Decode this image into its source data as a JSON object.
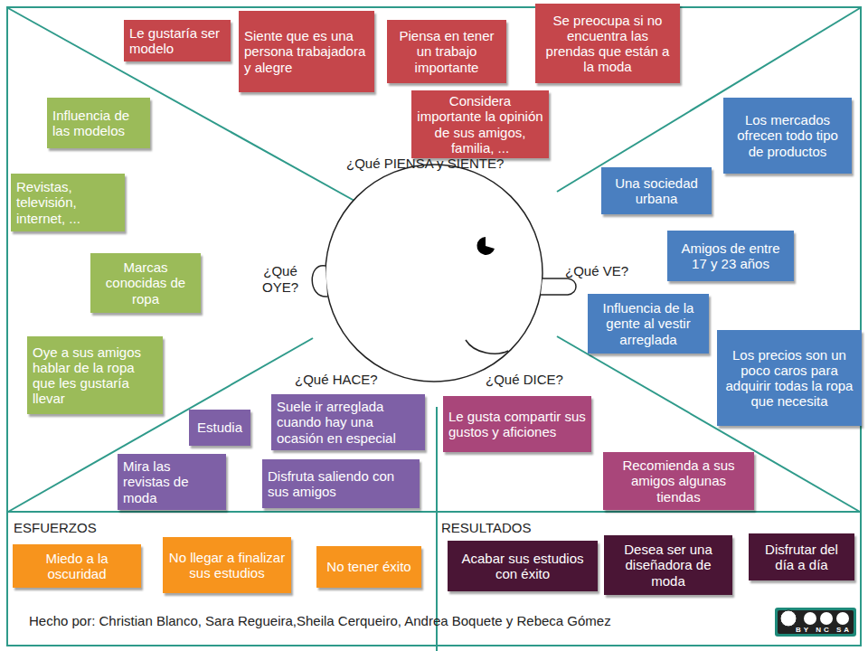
{
  "diagram": {
    "nodes": [
      {
        "text": [
          "Le gustaría ser modelo"
        ]
      },
      {
        "text": [
          "Siente que es una persona trabajadora y alegre"
        ]
      },
      {
        "text": [
          "Piensa en tener un trabajo importante"
        ]
      },
      {
        "text": [
          "Se preocupa si no encuentra las prendas que están a la moda"
        ]
      },
      {
        "text": [
          "Considera importante la opinión de sus amigos, familia, ..."
        ]
      },
      {
        "text": [
          "Influencia de las modelos"
        ]
      },
      {
        "text": [
          "Revistas, televisión, internet, ..."
        ]
      },
      {
        "text": [
          "Marcas conocidas de ropa"
        ]
      },
      {
        "text": [
          "Oye a sus amigos hablar de la ropa que les gustaría llevar"
        ]
      },
      {
        "text": [
          "Los mercados ofrecen todo tipo de productos"
        ]
      },
      {
        "text": [
          "Una sociedad urbana"
        ]
      },
      {
        "text": [
          "Amigos de entre 17 y 23 años"
        ]
      },
      {
        "text": [
          "Influencia de la gente al vestir arreglada"
        ]
      },
      {
        "text": [
          "Los precios son un poco caros para adquirir todas la ropa que necesita"
        ]
      },
      {
        "text": [
          "Estudia"
        ]
      },
      {
        "text": [
          "Suele ir arreglada cuando hay una ocasión en especial"
        ]
      },
      {
        "text": [
          "Mira las revistas de moda"
        ]
      },
      {
        "text": [
          "Disfruta saliendo con sus amigos"
        ]
      },
      {
        "text": [
          "Le gusta compartir sus gustos y aficiones"
        ]
      },
      {
        "text": [
          "Recomienda a sus amigos algunas tiendas"
        ]
      },
      {
        "text": [
          "Miedo a la oscuridad"
        ]
      },
      {
        "text": [
          "No llegar a finalizar sus estudios"
        ]
      },
      {
        "text": [
          "No tener éxito"
        ]
      },
      {
        "text": [
          "Acabar sus estudios con éxito"
        ]
      },
      {
        "text": [
          "Desea ser una diseñadora de moda"
        ]
      },
      {
        "text": [
          "Disfrutar del día a día"
        ]
      }
    ],
    "labels": [
      "¿Qué PIENSA y SIENTE?",
      "¿Qué OYE?",
      "¿Qué VE?",
      "¿Qué HACE?",
      "¿Qué DICE?",
      "ESFUERZOS",
      "RESULTADOS",
      "Hecho por: Christian Blanco, Sara Regueira,Sheila Cerqueiro, Andrea Boquete y Rebeca Gómez",
      "BY NC SA"
    ]
  }
}
